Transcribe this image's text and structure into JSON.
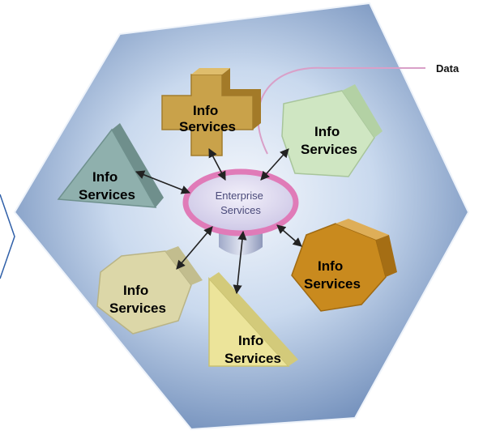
{
  "callout_label": "Data",
  "hub": {
    "line1": "Enterprise",
    "line2": "Services"
  },
  "services": [
    {
      "id": "cross",
      "line1": "Info",
      "line2": "Services"
    },
    {
      "id": "pentagon",
      "line1": "Info",
      "line2": "Services"
    },
    {
      "id": "triangle",
      "line1": "Info",
      "line2": "Services"
    },
    {
      "id": "hex-right",
      "line1": "Info",
      "line2": "Services"
    },
    {
      "id": "hex-left",
      "line1": "Info",
      "line2": "Services"
    },
    {
      "id": "wedge-bottom",
      "line1": "Info",
      "line2": "Services"
    }
  ],
  "colors": {
    "background_hexagon": "#b7cde6",
    "hub_ring": "#e07bb8",
    "hub_fill": "#e4e1f2",
    "cross": "#c9a24a",
    "pentagon": "#cfe6c2",
    "triangle": "#8fb0ad",
    "hex_right": "#c98a1e",
    "hex_left": "#dcd7a8",
    "wedge_bottom": "#ece49a",
    "arrow": "#222222",
    "callout_line": "#d9a0c8"
  }
}
